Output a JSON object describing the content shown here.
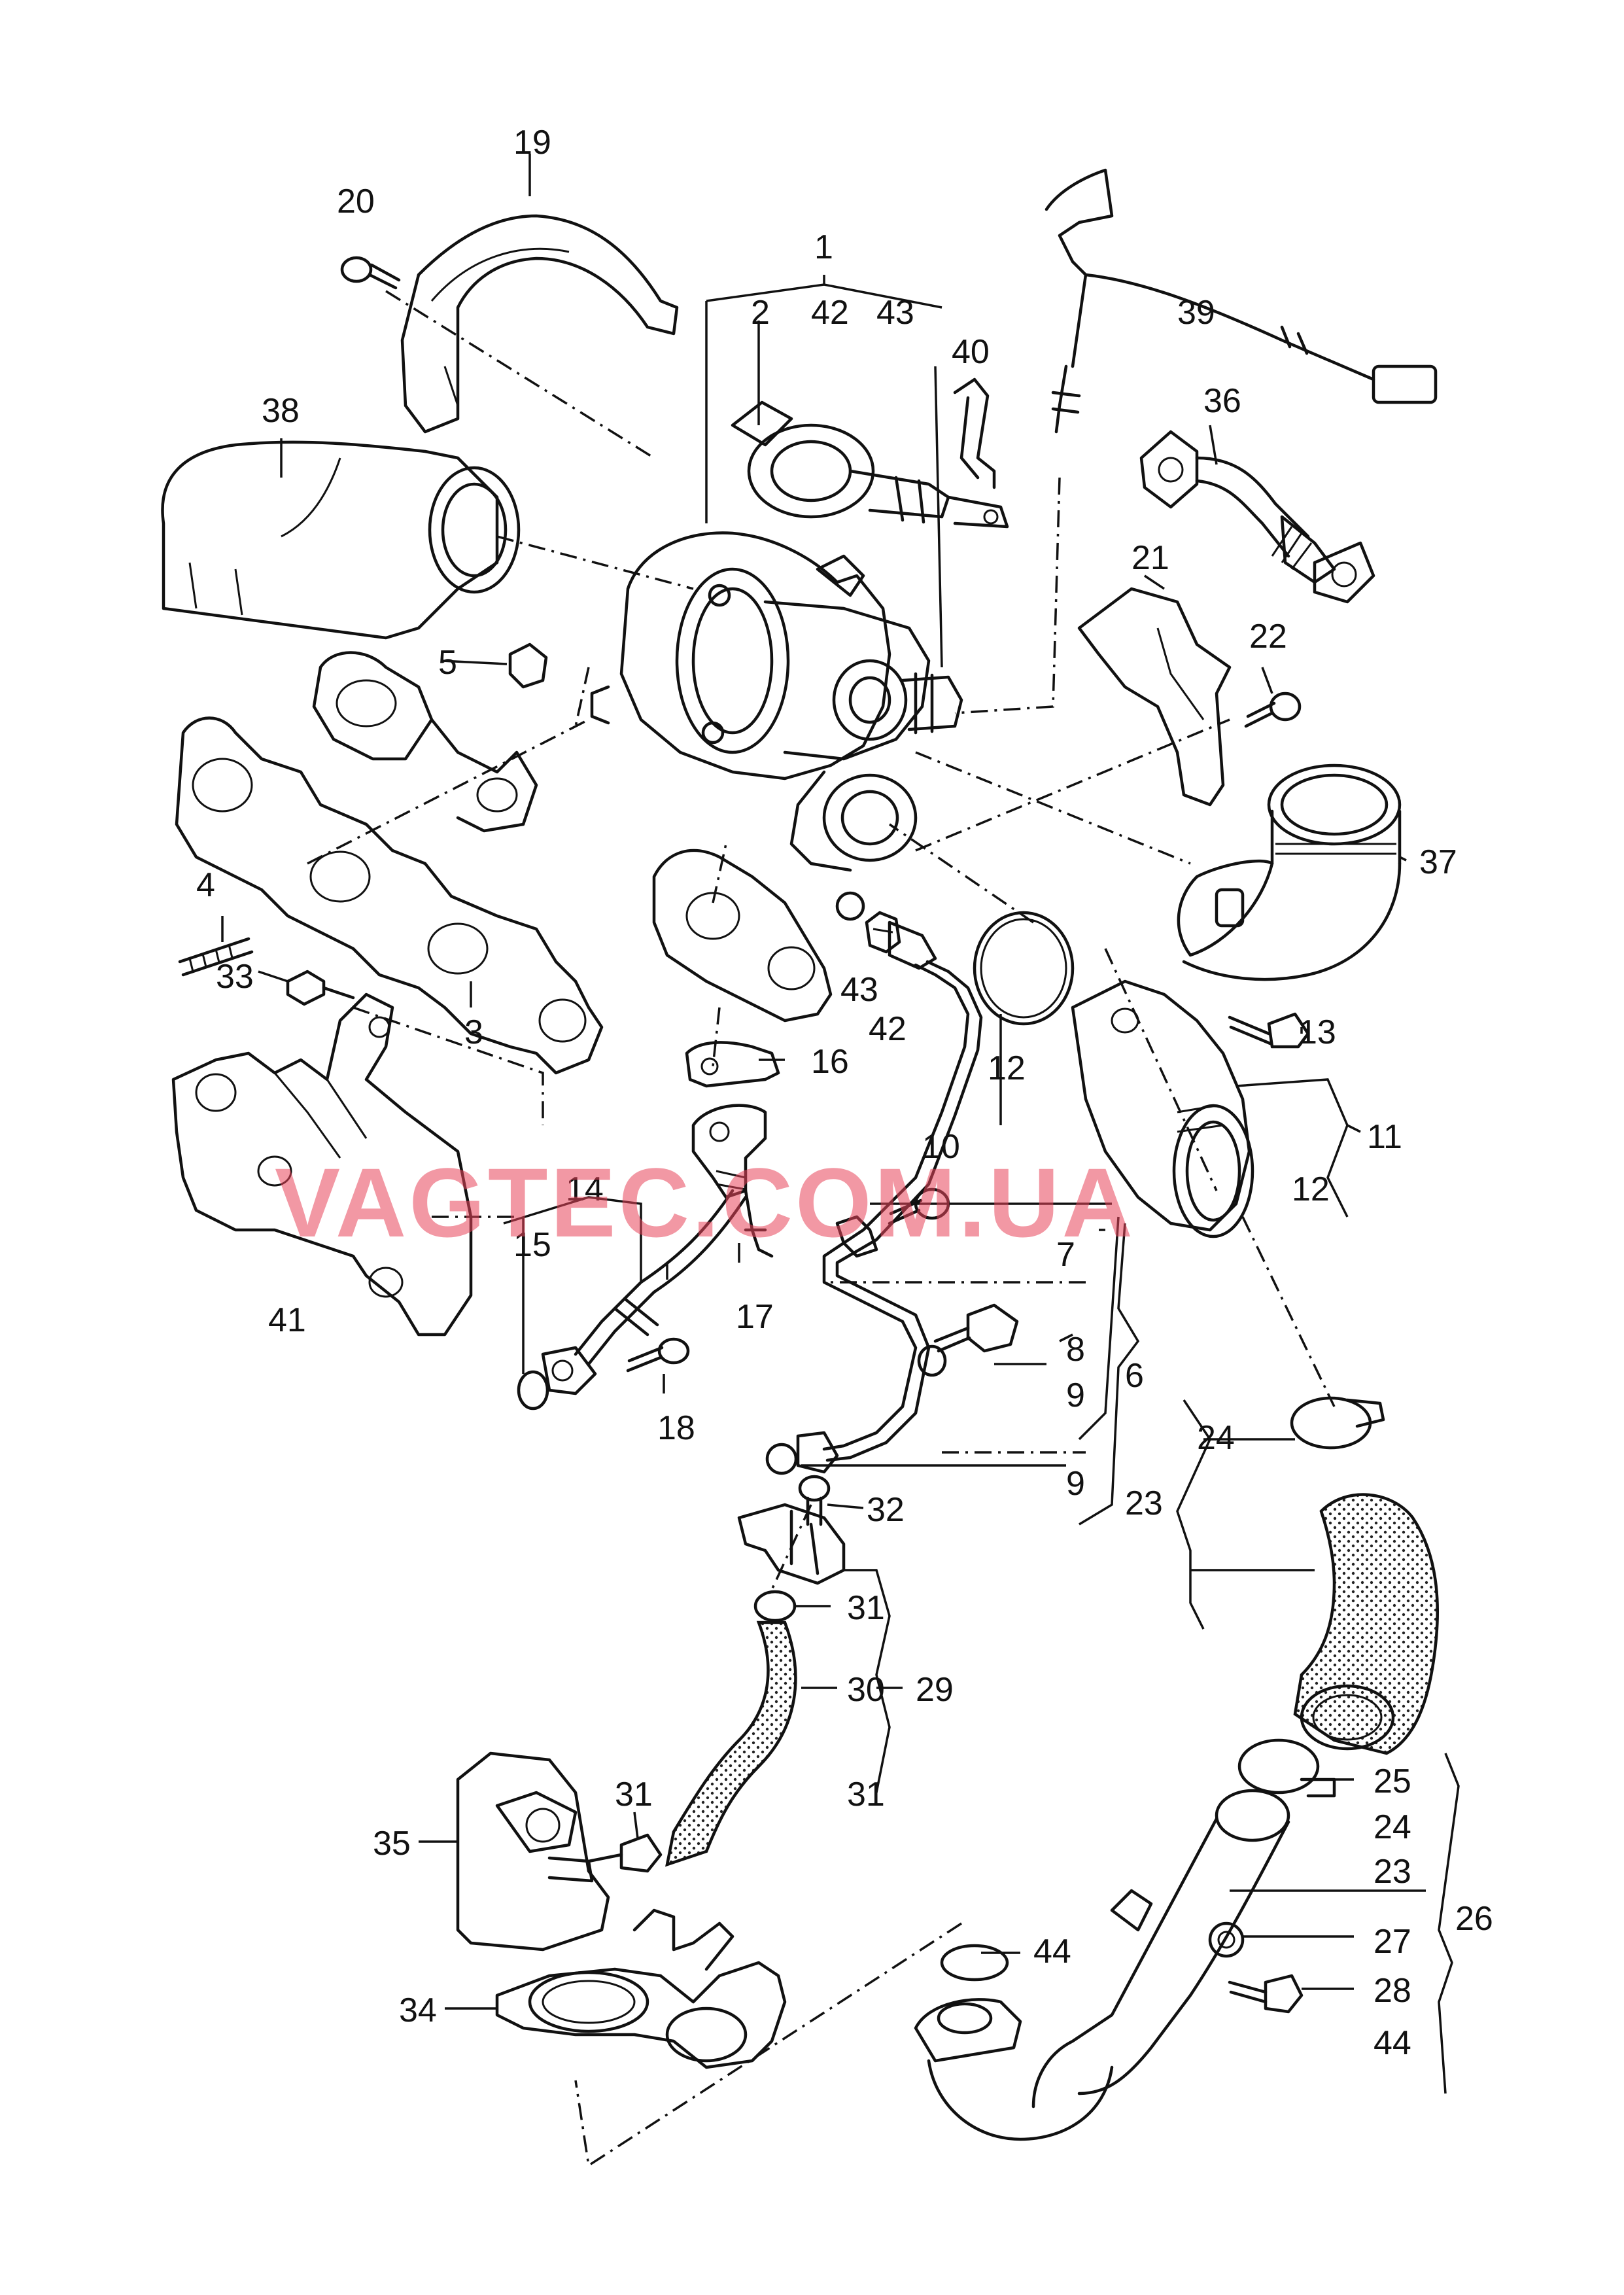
{
  "watermark": "VAGTEC.COM.UA",
  "labels": {
    "l1": "1",
    "l2": "2",
    "l42a": "42",
    "l43a": "43",
    "l3": "3",
    "l4": "4",
    "l5": "5",
    "l6": "6",
    "l7": "7",
    "l8": "8",
    "l9a": "9",
    "l9b": "9",
    "l10": "10",
    "l11": "11",
    "l12a": "12",
    "l12b": "12",
    "l13": "13",
    "l14": "14",
    "l15": "15",
    "l16": "16",
    "l17": "17",
    "l18": "18",
    "l19": "19",
    "l20": "20",
    "l21": "21",
    "l22": "22",
    "l23a": "23",
    "l23b": "23",
    "l24a": "24",
    "l24b": "24",
    "l25": "25",
    "l26": "26",
    "l27": "27",
    "l28": "28",
    "l29": "29",
    "l30": "30",
    "l31a": "31",
    "l31b": "31",
    "l31c": "31",
    "l32": "32",
    "l33": "33",
    "l34": "34",
    "l35": "35",
    "l36": "36",
    "l37": "37",
    "l38": "38",
    "l39": "39",
    "l40": "40",
    "l41": "41",
    "l42b": "42",
    "l43b": "43",
    "l44a": "44",
    "l44b": "44"
  }
}
